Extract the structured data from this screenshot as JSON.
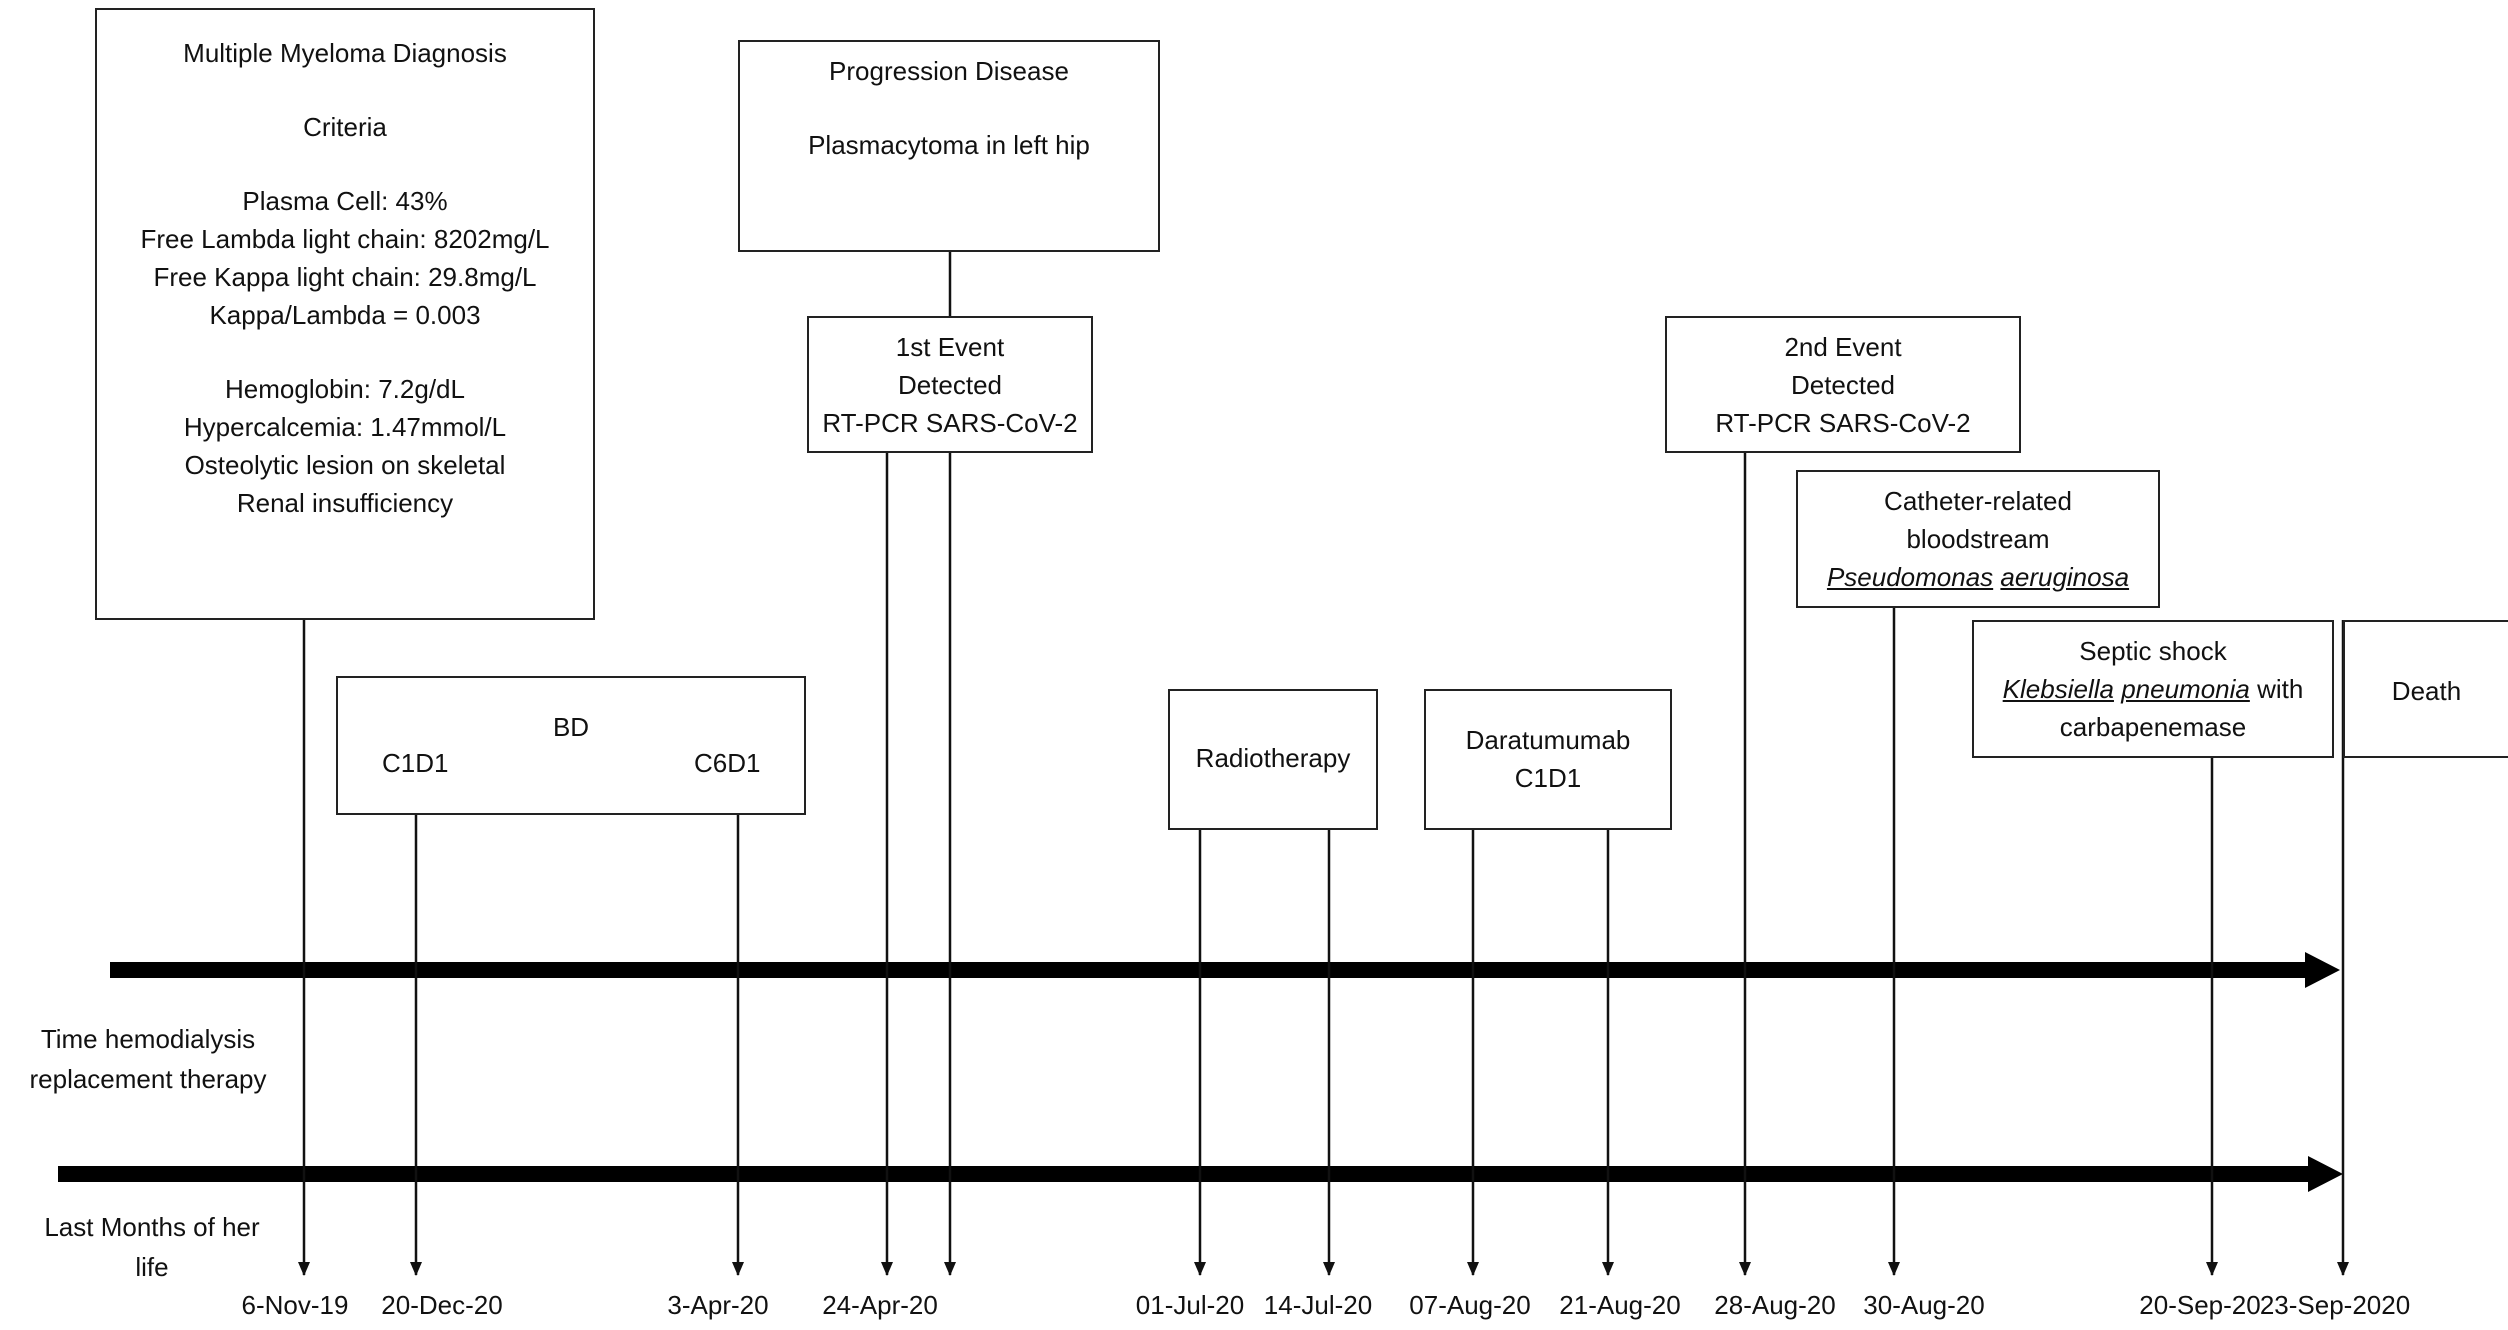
{
  "diagnosis": {
    "title": "Multiple Myeloma Diagnosis",
    "criteria": "Criteria",
    "lab_lines": [
      "Plasma Cell: 43%",
      "Free Lambda light chain: 8202mg/L",
      "Free Kappa light chain: 29.8mg/L",
      "Kappa/Lambda = 0.003"
    ],
    "clinical_lines": [
      "Hemoglobin: 7.2g/dL",
      "Hypercalcemia: 1.47mmol/L",
      "Osteolytic lesion on skeletal",
      "Renal insufficiency"
    ]
  },
  "progression": {
    "line1": "Progression Disease",
    "line2": "Plasmacytoma in left hip"
  },
  "event1": {
    "line1": "1st Event",
    "line2": "Detected",
    "line3": "RT-PCR SARS-CoV-2"
  },
  "event2": {
    "line1": "2nd Event",
    "line2": "Detected",
    "line3": "RT-PCR SARS-CoV-2"
  },
  "bd": {
    "title": "BD",
    "left": "C1D1",
    "right": "C6D1"
  },
  "radiotherapy": "Radiotherapy",
  "daratumumab": {
    "line1": "Daratumumab",
    "line2": "C1D1"
  },
  "catheter": {
    "line1": "Catheter-related",
    "line2": "bloodstream",
    "genus": "Pseudomonas",
    "species": "aeruginosa"
  },
  "septic": {
    "line1": "Septic shock",
    "genus": "Klebsiella",
    "species": "pneumonia",
    "suffix": " with",
    "line3": "carbapenemase"
  },
  "death": "Death",
  "axes": {
    "hemodialysis": [
      "Time hemodialysis",
      "replacement therapy"
    ],
    "last_months": [
      "Last Months of her",
      "life"
    ]
  },
  "dates": [
    "6-Nov-19",
    "20-Dec-20",
    "3-Apr-20",
    "24-Apr-20",
    "01-Jul-20",
    "14-Jul-20",
    "07-Aug-20",
    "21-Aug-20",
    "28-Aug-20",
    "30-Aug-20",
    "20-Sep-20",
    "23-Sep-2020"
  ],
  "colors": {
    "stroke": "#222222",
    "arrow": "#000000",
    "text": "#111111"
  }
}
